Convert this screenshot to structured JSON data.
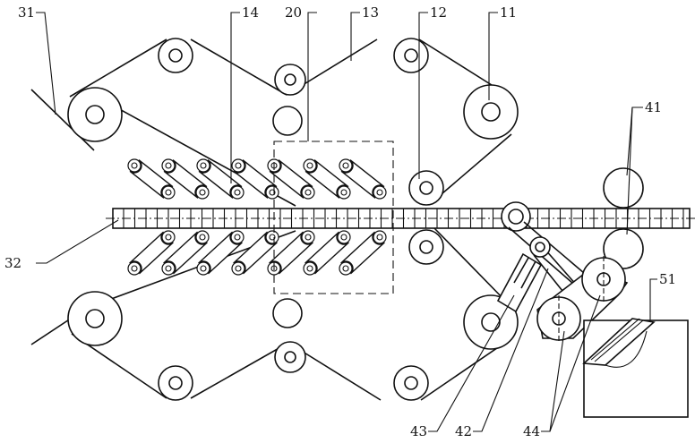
{
  "labels": {
    "l31": "31",
    "l14": "14",
    "l20": "20",
    "l13": "13",
    "l12": "12",
    "l11": "11",
    "l41": "41",
    "l32": "32",
    "l51": "51",
    "l43": "43",
    "l42": "42",
    "l44": "44"
  }
}
